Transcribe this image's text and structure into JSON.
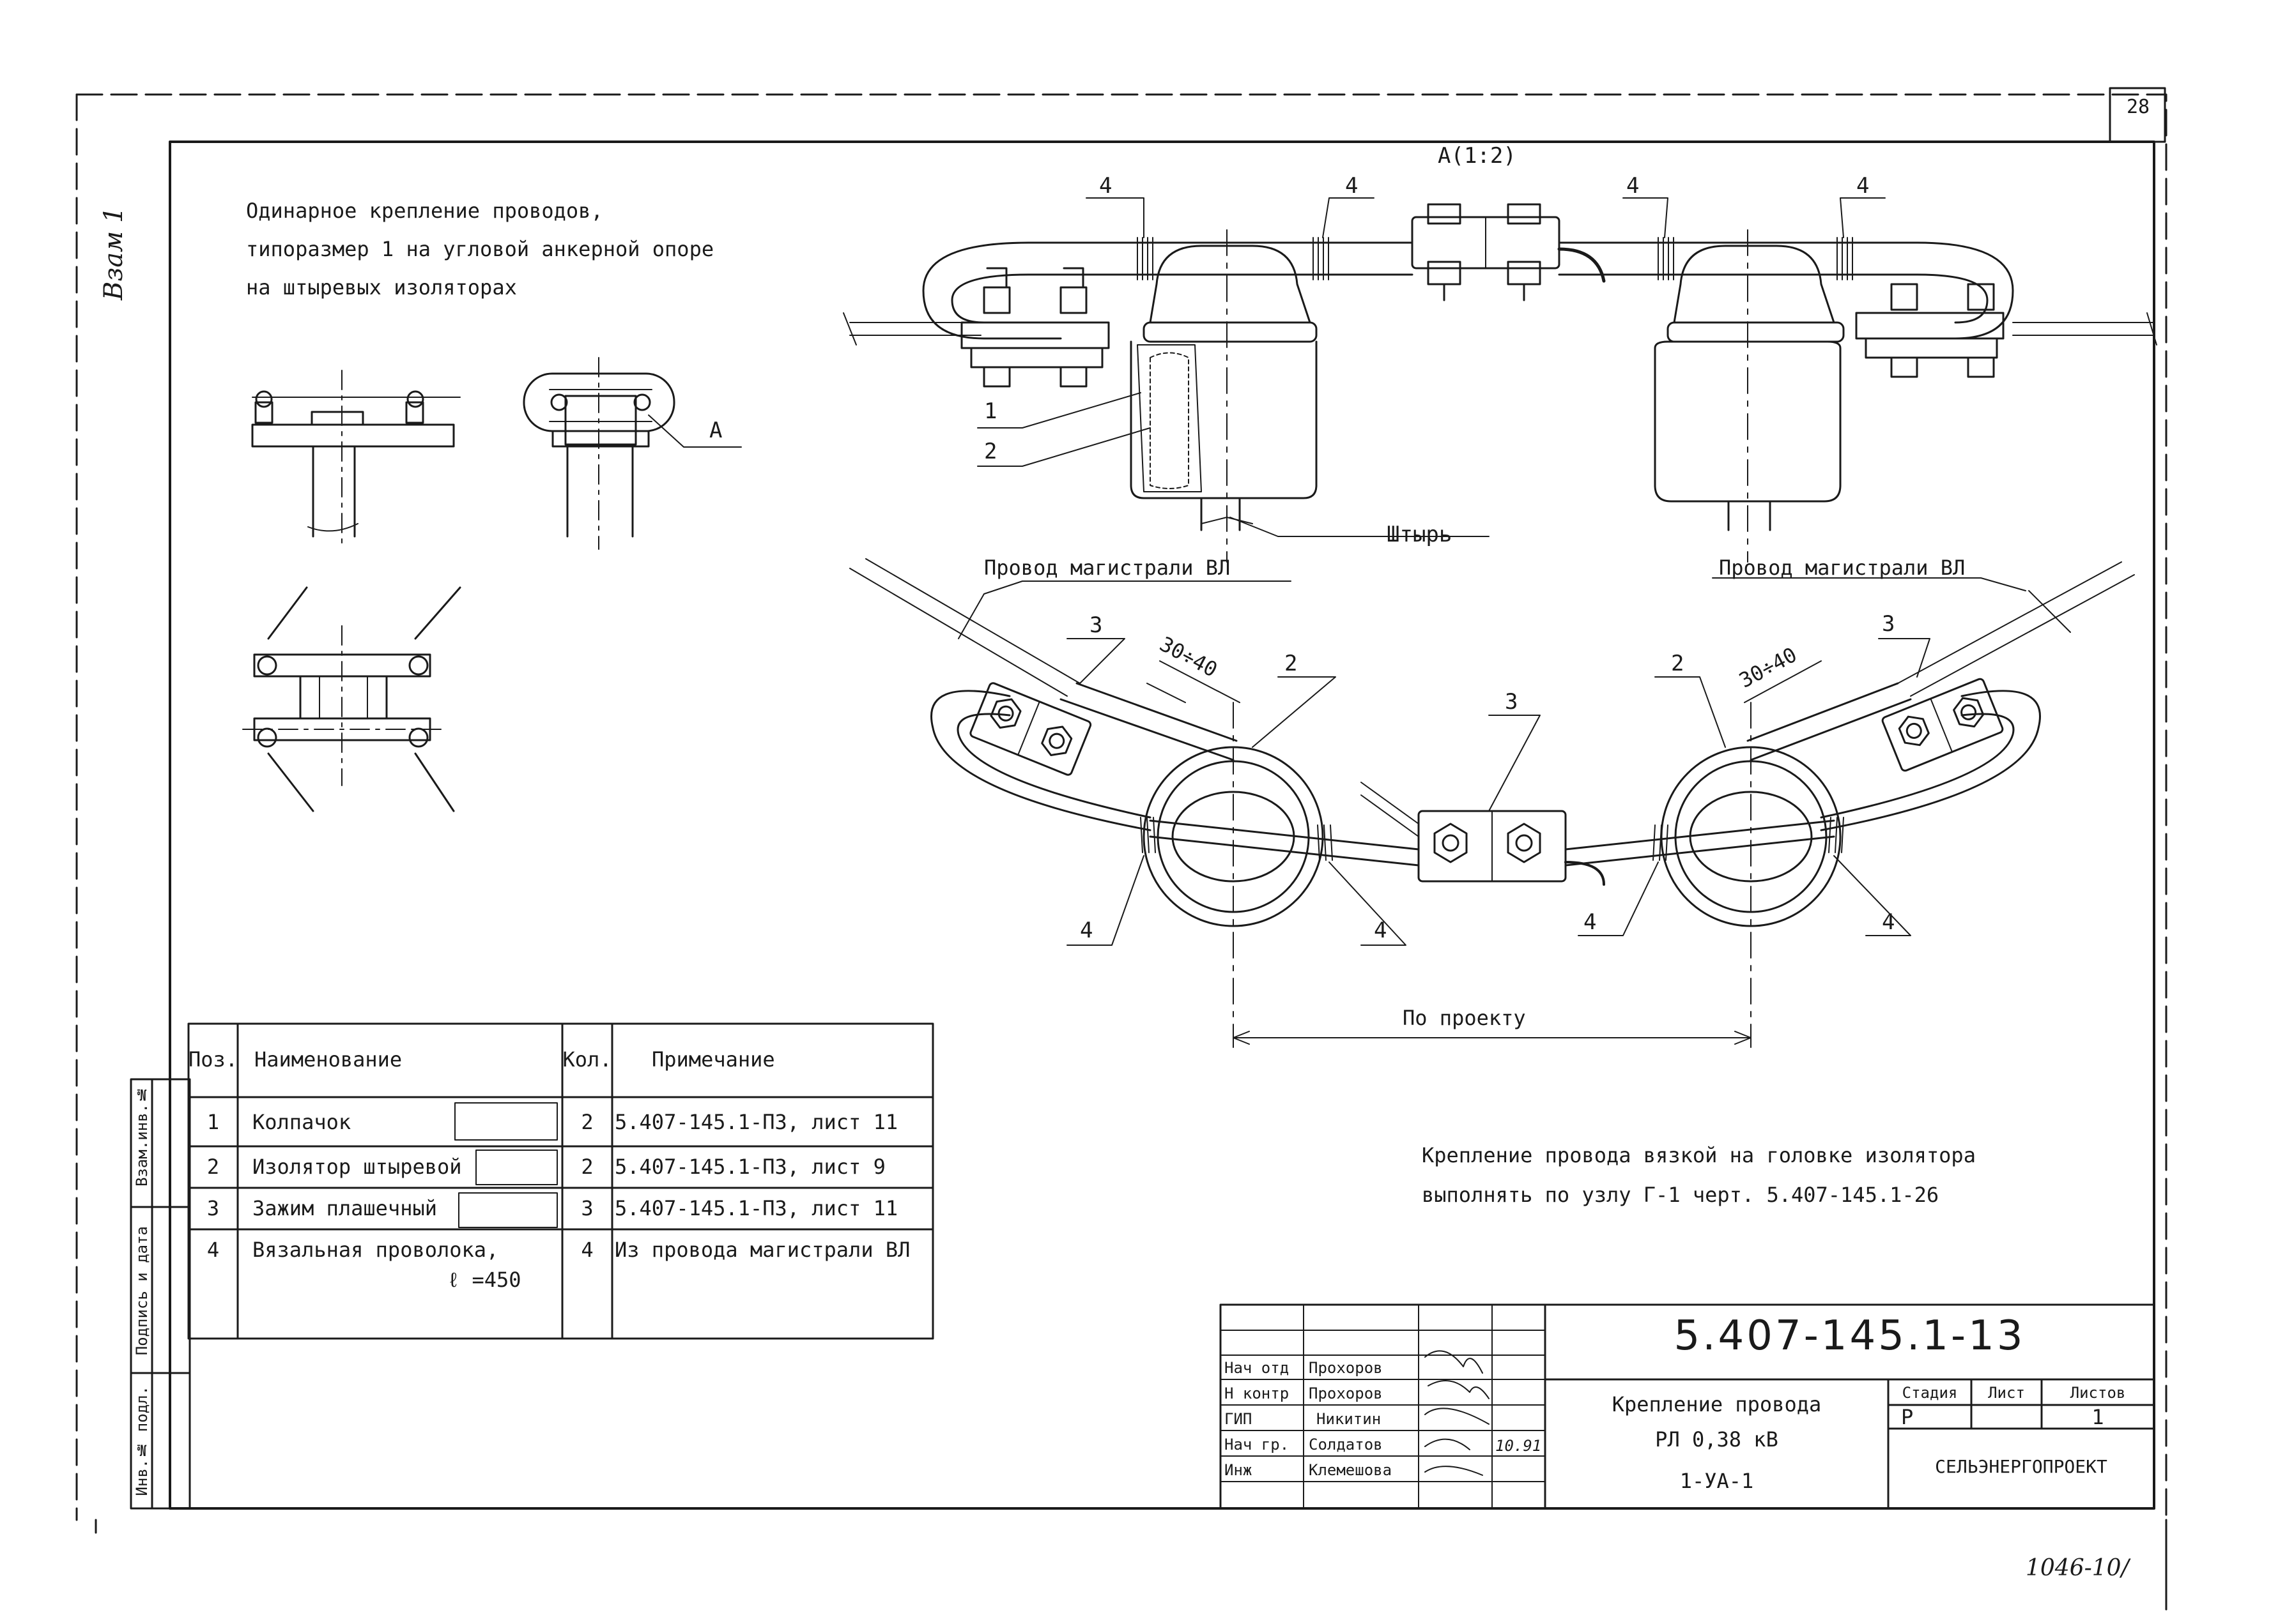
{
  "sheet": {
    "page_number": "28",
    "corner_note": "1046-10/",
    "side_mark": "Взам 1"
  },
  "header_note": [
    "Одинарное крепление проводов,",
    "типоразмер 1 на угловой анкерной опоре",
    "на штыревых изоляторах"
  ],
  "drawing_labels": {
    "view_a": "А(1:2)",
    "callout_a": "А",
    "pin": "Штырь",
    "main_wire_left": "Провод магистрали ВЛ",
    "main_wire_right": "Провод магистрали ВЛ",
    "dim_left": "30÷40",
    "dim_right": "30÷40",
    "by_project": "По проекту",
    "num_1": "1",
    "num_2": "2",
    "num_3": "3",
    "num_4": "4"
  },
  "note": [
    "Крепление провода вязкой на головке изолятора",
    "выполнять по узлу Г-1 черт. 5.407-145.1-26"
  ],
  "spec_table": {
    "headers": [
      "Поз.",
      "Наименование",
      "Кол.",
      "Примечание"
    ],
    "rows": [
      {
        "pos": "1",
        "name": "Колпачок",
        "qty": "2",
        "note": "5.407-145.1-ПЗ, лист 11"
      },
      {
        "pos": "2",
        "name": "Изолятор штыревой",
        "qty": "2",
        "note": "5.407-145.1-ПЗ, лист 9"
      },
      {
        "pos": "3",
        "name": "Зажим плашечный",
        "qty": "3",
        "note": "5.407-145.1-ПЗ, лист 11"
      },
      {
        "pos": "4",
        "name": "Вязальная проволока,",
        "name2": "ℓ =450",
        "qty": "4",
        "note": "Из провода магистрали ВЛ"
      }
    ]
  },
  "side_stamp": [
    "Взам.инв.№",
    "Подпись и дата",
    "Инв.№ подл."
  ],
  "title_block": {
    "code": "5.407-145.1-13",
    "roles": [
      "Нач отд",
      "Н контр",
      "ГИП",
      "Нач гр.",
      "Инж"
    ],
    "names": [
      "Прохоров",
      "Прохоров",
      "Никитин",
      "Солдатов",
      "Клемешова"
    ],
    "date": "10.91",
    "title_lines": [
      "Крепление провода",
      "РЛ 0,38 кВ",
      "1-УА-1"
    ],
    "stage_label": "Стадия",
    "sheet_label": "Лист",
    "sheets_label": "Листов",
    "stage": "Р",
    "sheets": "1",
    "org": "СЕЛЬЭНЕРГОПРОЕКТ"
  }
}
